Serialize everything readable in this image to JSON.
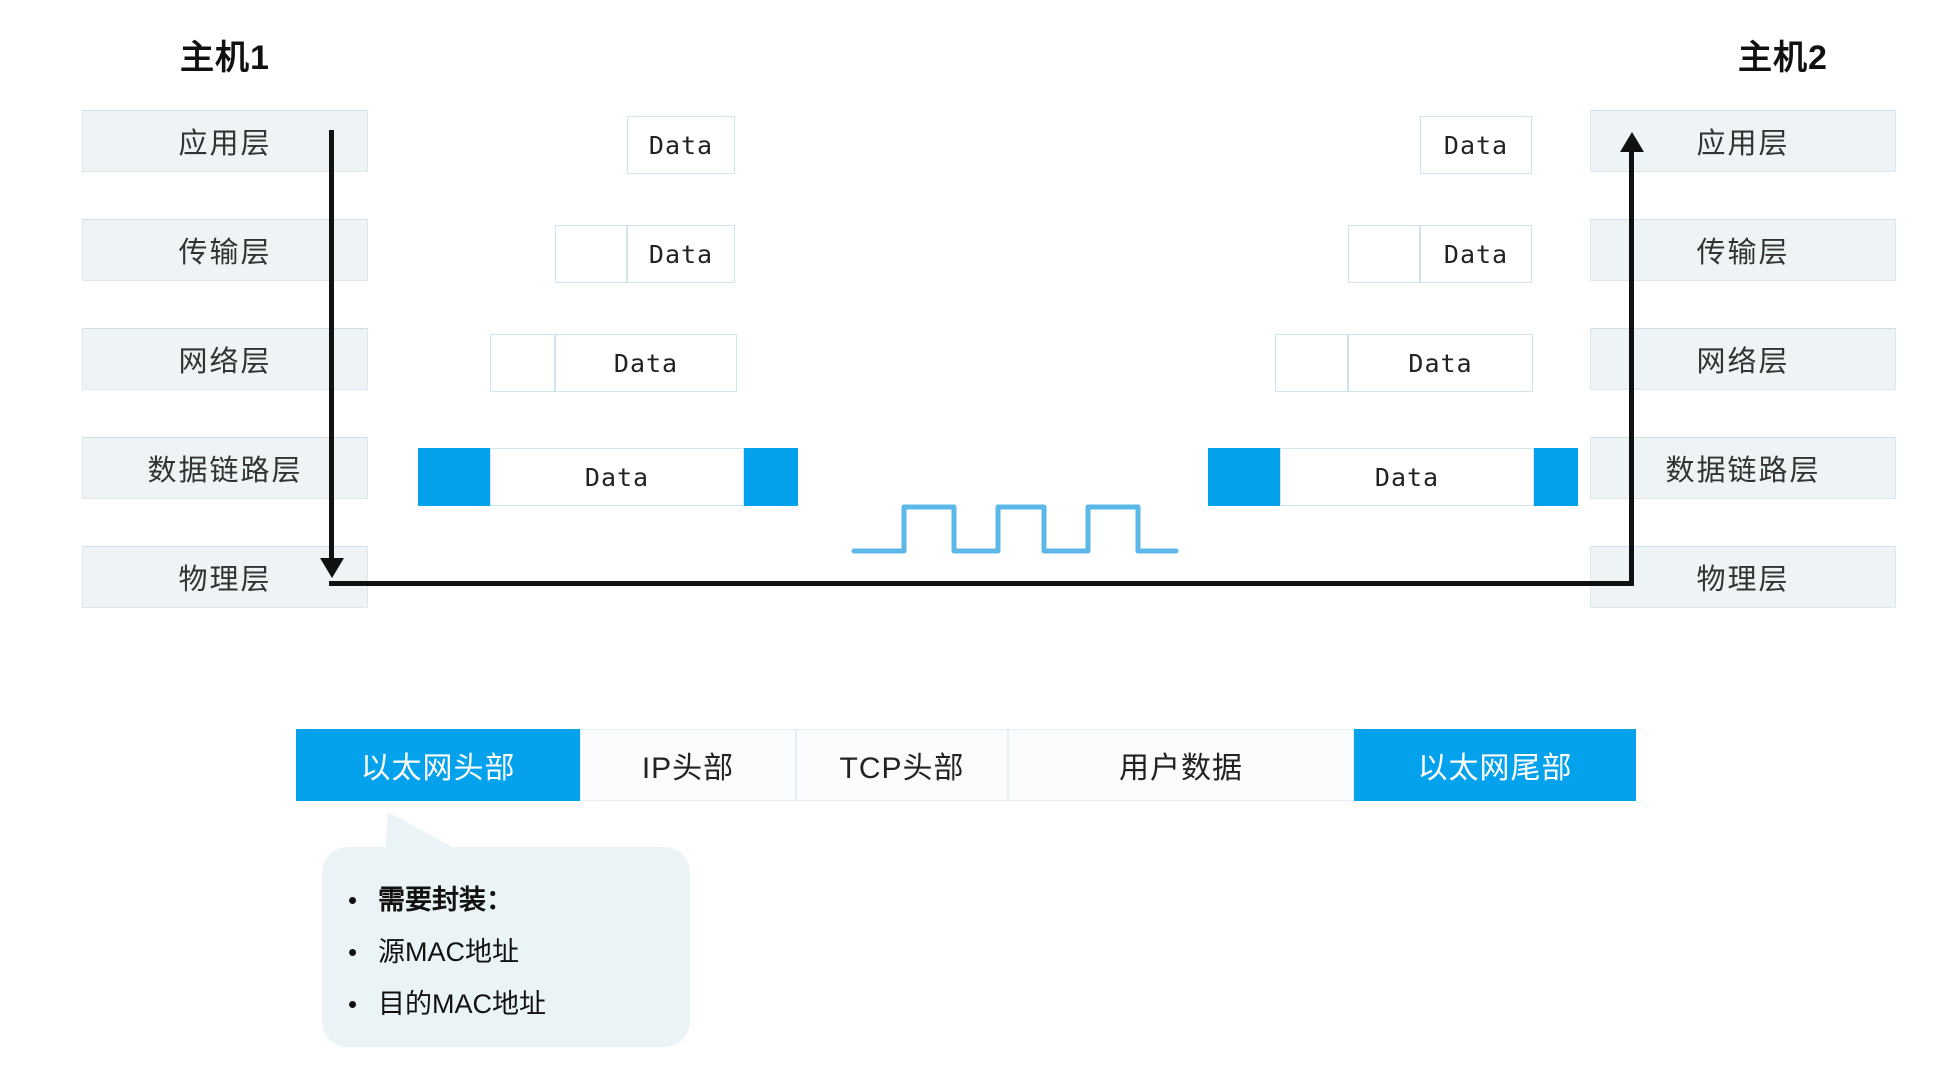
{
  "colors": {
    "accent_blue": "#04A1ED",
    "wave_blue": "#5BB8E8",
    "layer_fill": "#eef3f6",
    "layer_border": "#dde7ee",
    "pdu_border": "#cfe4ef",
    "callout_fill": "#eaf4f6",
    "arrow_black": "#111111"
  },
  "hosts": {
    "left": {
      "title": "主机1"
    },
    "right": {
      "title": "主机2"
    }
  },
  "layers": [
    {
      "id": "application",
      "label": "应用层"
    },
    {
      "id": "transport",
      "label": "传输层"
    },
    {
      "id": "network",
      "label": "网络层"
    },
    {
      "id": "datalink",
      "label": "数据链路层"
    },
    {
      "id": "physical",
      "label": "物理层"
    }
  ],
  "pdu": {
    "data_label": "Data",
    "left_stack": [
      {
        "layer": "application",
        "segments": [
          "data"
        ]
      },
      {
        "layer": "transport",
        "segments": [
          "header",
          "data"
        ]
      },
      {
        "layer": "network",
        "segments": [
          "header",
          "data"
        ]
      },
      {
        "layer": "datalink",
        "segments": [
          "blue-header",
          "data",
          "blue-trailer"
        ]
      }
    ],
    "right_stack": [
      {
        "layer": "application",
        "segments": [
          "data"
        ]
      },
      {
        "layer": "transport",
        "segments": [
          "header",
          "data"
        ]
      },
      {
        "layer": "network",
        "segments": [
          "header",
          "data"
        ]
      },
      {
        "layer": "datalink",
        "segments": [
          "blue-header",
          "data",
          "blue-trailer"
        ]
      }
    ]
  },
  "signal": {
    "name": "square-wave-signal",
    "pulses": 3,
    "color": "#5BB8E8"
  },
  "encapsulation": {
    "cells": [
      {
        "id": "ethernet-header",
        "label": "以太网头部",
        "accent": true
      },
      {
        "id": "ip-header",
        "label": "IP头部",
        "accent": false
      },
      {
        "id": "tcp-header",
        "label": "TCP头部",
        "accent": false
      },
      {
        "id": "user-data",
        "label": "用户数据",
        "accent": false
      },
      {
        "id": "ethernet-trailer",
        "label": "以太网尾部",
        "accent": true
      }
    ]
  },
  "callout": {
    "items": [
      {
        "bullet": "•",
        "text": "需要封装：",
        "strong": true
      },
      {
        "bullet": "•",
        "text": "源MAC地址",
        "strong": false
      },
      {
        "bullet": "•",
        "text": "目的MAC地址",
        "strong": false
      }
    ]
  }
}
